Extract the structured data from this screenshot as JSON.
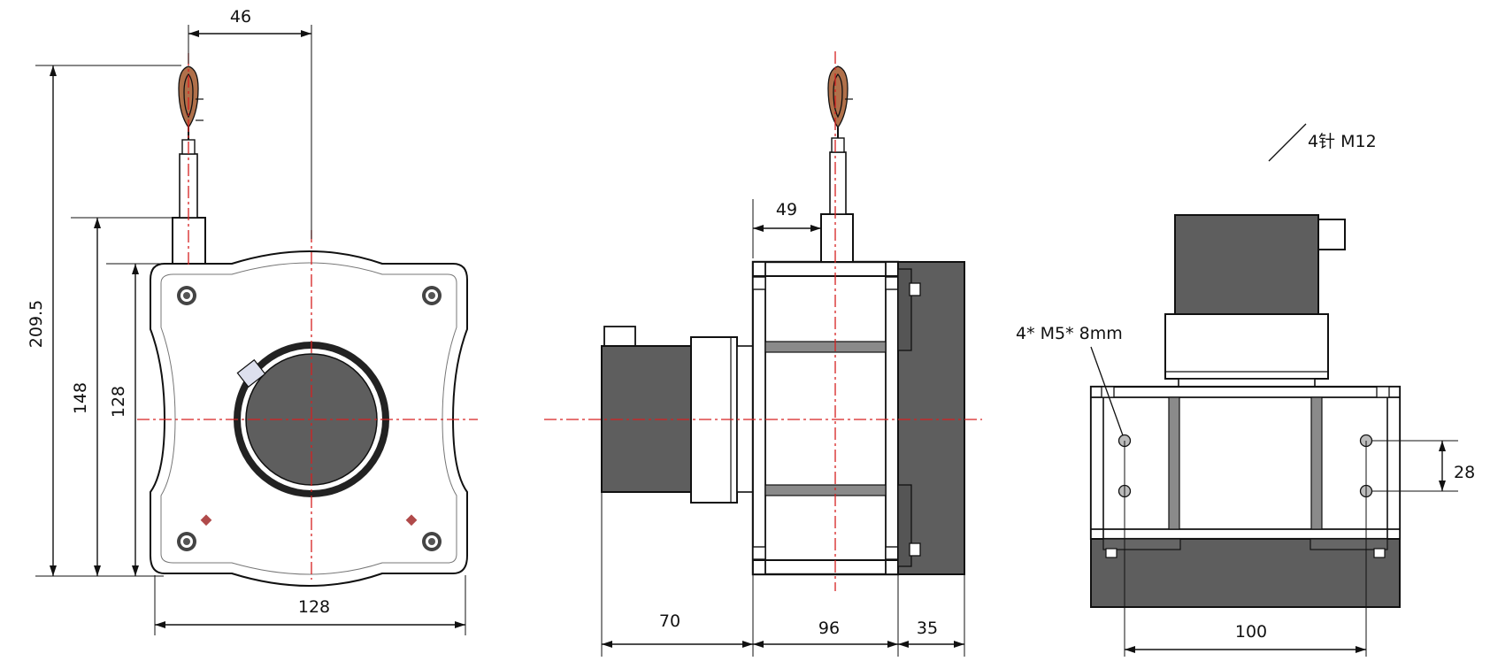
{
  "dimensions": {
    "front_top_offset": "46",
    "front_total_height": "209.5",
    "front_body_height": "148",
    "front_flange_height": "128",
    "front_width": "128",
    "side_cable_offset": "49",
    "side_encoder_length": "70",
    "side_body_length": "96",
    "side_cover_length": "35",
    "rear_hole_spacing_v": "28",
    "rear_hole_spacing_h": "100"
  },
  "callouts": {
    "connector": "4针 M12",
    "mounting_holes": "4* M5* 8mm"
  },
  "colors": {
    "body_dark": "#5e5e5e",
    "center_line": "#d62020",
    "line": "#111111"
  }
}
